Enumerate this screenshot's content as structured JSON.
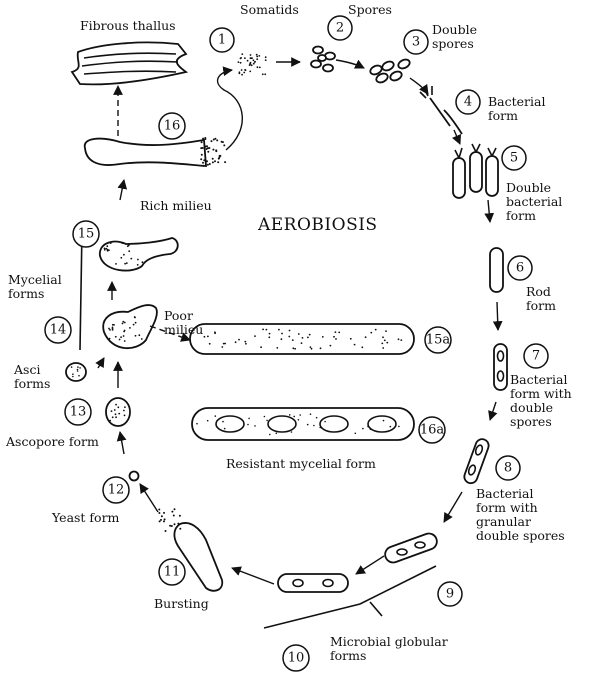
{
  "title": "AEROBIOSIS",
  "stages": [
    {
      "num": "1",
      "label": [
        "Somatids"
      ]
    },
    {
      "num": "2",
      "label": [
        "Spores"
      ]
    },
    {
      "num": "3",
      "label": [
        "Double",
        "spores"
      ]
    },
    {
      "num": "4",
      "label": [
        "Bacterial",
        "form"
      ]
    },
    {
      "num": "5",
      "label": [
        "Double",
        "bacterial",
        "form"
      ]
    },
    {
      "num": "6",
      "label": [
        "Rod",
        "form"
      ]
    },
    {
      "num": "7",
      "label": [
        "Bacterial",
        "form with",
        "double",
        "spores"
      ]
    },
    {
      "num": "8",
      "label": [
        "Bacterial",
        "form with",
        "granular",
        "double spores"
      ]
    },
    {
      "num": "9",
      "label": []
    },
    {
      "num": "10",
      "label": [
        "Microbial globular",
        "forms"
      ]
    },
    {
      "num": "11",
      "label": [
        "Bursting"
      ]
    },
    {
      "num": "12",
      "label": [
        "Yeast form"
      ]
    },
    {
      "num": "13",
      "label": [
        "Ascopore form"
      ]
    },
    {
      "num": "14",
      "label": [
        "Mycelial",
        "forms"
      ]
    },
    {
      "num": "15",
      "label": []
    },
    {
      "num": "16",
      "label": []
    },
    {
      "num": "15a",
      "label": []
    },
    {
      "num": "16a",
      "label": [
        "Resistant mycelial form"
      ]
    }
  ],
  "extra_labels": {
    "fibrous_thallus": "Fibrous thallus",
    "rich_milieu": "Rich milieu",
    "poor_milieu": [
      "Poor",
      "milieu"
    ],
    "asci_forms": [
      "Asci",
      "forms"
    ]
  }
}
